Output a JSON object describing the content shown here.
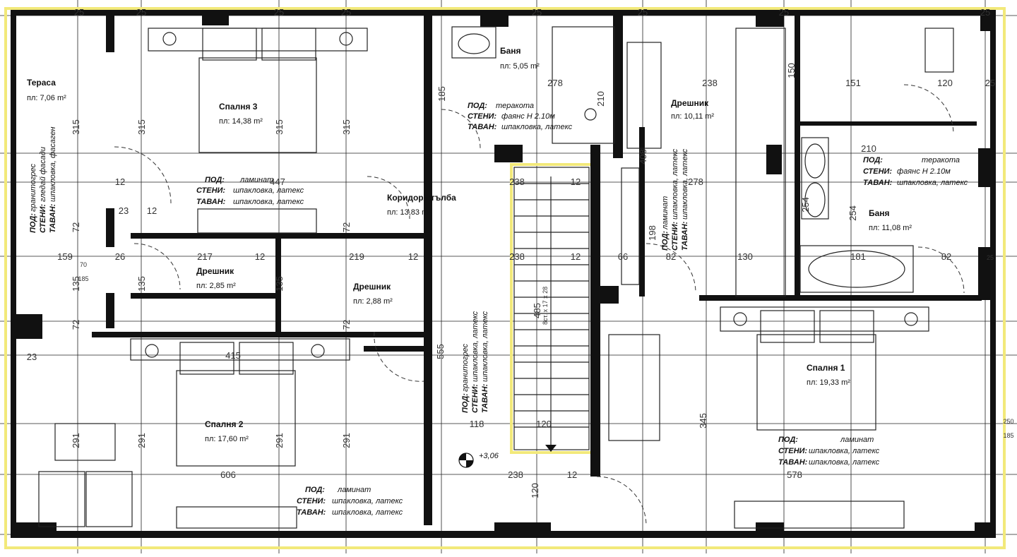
{
  "colors": {
    "wall": "#111111",
    "highlight": "#f2e97a",
    "background": "#ffffff"
  },
  "rooms": [
    {
      "id": "terrace",
      "name": "Тераса",
      "area": "пл: 7,06 m²",
      "floor": "гранитогрес",
      "walls": "гледай фасади",
      "ceiling": "шпакловка, фасаген"
    },
    {
      "id": "bedroom3",
      "name": "Спалня 3",
      "area": "пл: 14,38 m²"
    },
    {
      "id": "bath-small",
      "name": "Баня",
      "area": "пл: 5,05 m²",
      "floor": "теракота",
      "walls": "фаянс Н 2.10м",
      "ceiling": "шпакловка, латекс"
    },
    {
      "id": "wardrobe-right",
      "name": "Дрешник",
      "area": "пл: 10,11 m²",
      "floor": "ламинат",
      "walls": "шпакловка, латекс",
      "ceiling": "шпакловка, латекс"
    },
    {
      "id": "bath-large",
      "name": "Баня",
      "area": "пл: 11,08 m²",
      "floor": "теракота",
      "walls": "фаянс Н 2.10м",
      "ceiling": "шпакловка, латекс"
    },
    {
      "id": "corridor",
      "name": "Коридор/стълба",
      "area": "пл: 13,83 m²",
      "floor": "гранитогрес",
      "walls": "шпакловка, латекс",
      "ceiling": "шпакловка, латекс"
    },
    {
      "id": "wardrobe1",
      "name": "Дрешник",
      "area": "пл: 2,85 m²"
    },
    {
      "id": "wardrobe2",
      "name": "Дрешник",
      "area": "пл: 2,88 m²"
    },
    {
      "id": "bedroom2",
      "name": "Спалня 2",
      "area": "пл: 17,60 m²"
    },
    {
      "id": "bedroom1",
      "name": "Спалня 1",
      "area": "пл: 19,33 m²"
    }
  ],
  "finish_labels": {
    "floor": "ПОД:",
    "walls": "СТЕНИ:",
    "ceiling": "ТАВАН:"
  },
  "finish_blocks": {
    "bedroom3": {
      "floor": "ламинат",
      "walls": "шпакловка, латекс",
      "ceiling": "шпакловка, латекс"
    },
    "bedroom2": {
      "floor": "ламинат",
      "walls": "шпакловка, латекс",
      "ceiling": "шпакловка, латекс"
    },
    "bedroom1": {
      "floor": "ламинат",
      "walls": "шпакловка, латекс",
      "ceiling": "шпакловка, латекс"
    }
  },
  "level_mark": "+3,06",
  "stair_note": "8ст. х 17 х 28",
  "dimensions": [
    {
      "t": "25",
      "r": 0
    },
    {
      "t": "25",
      "r": 0
    },
    {
      "t": "25",
      "r": 0
    },
    {
      "t": "25",
      "r": 0
    },
    {
      "t": "25",
      "r": 0
    },
    {
      "t": "25",
      "r": 0
    },
    {
      "t": "25",
      "r": 0
    },
    {
      "t": "25",
      "r": 0
    },
    {
      "t": "315",
      "r": -90
    },
    {
      "t": "315",
      "r": -90
    },
    {
      "t": "315",
      "r": -90
    },
    {
      "t": "315",
      "r": -90
    },
    {
      "t": "447",
      "r": 0
    },
    {
      "t": "217",
      "r": 0
    },
    {
      "t": "219",
      "r": 0
    },
    {
      "t": "415",
      "r": 0
    },
    {
      "t": "606",
      "r": 0
    },
    {
      "t": "555",
      "r": -90
    },
    {
      "t": "238",
      "r": 0
    },
    {
      "t": "238",
      "r": 0
    },
    {
      "t": "238",
      "r": 0
    },
    {
      "t": "238",
      "r": 0
    },
    {
      "t": "278",
      "r": 0
    },
    {
      "t": "278",
      "r": 0
    },
    {
      "t": "408",
      "r": -90
    },
    {
      "t": "345",
      "r": -90
    },
    {
      "t": "578",
      "r": 0
    },
    {
      "t": "181",
      "r": 0
    },
    {
      "t": "254",
      "r": -90
    },
    {
      "t": "254",
      "r": -90
    },
    {
      "t": "291",
      "r": -90
    },
    {
      "t": "291",
      "r": -90
    },
    {
      "t": "291",
      "r": -90
    },
    {
      "t": "291",
      "r": -90
    },
    {
      "t": "135",
      "r": -90
    },
    {
      "t": "135",
      "r": -90
    },
    {
      "t": "135",
      "r": -90
    },
    {
      "t": "159",
      "r": 0
    },
    {
      "t": "485",
      "r": -90
    },
    {
      "t": "118",
      "r": 0
    },
    {
      "t": "120",
      "r": 0
    },
    {
      "t": "120",
      "r": -90
    },
    {
      "t": "120",
      "r": 0
    },
    {
      "t": "130",
      "r": 0
    },
    {
      "t": "66",
      "r": 0
    },
    {
      "t": "82",
      "r": 0
    },
    {
      "t": "82",
      "r": 0
    },
    {
      "t": "12",
      "r": 0
    },
    {
      "t": "12",
      "r": 0
    },
    {
      "t": "12",
      "r": 0
    },
    {
      "t": "12",
      "r": 0
    },
    {
      "t": "12",
      "r": 0
    },
    {
      "t": "12",
      "r": 0
    },
    {
      "t": "12",
      "r": 0
    },
    {
      "t": "150",
      "r": -90
    },
    {
      "t": "151",
      "r": 0
    },
    {
      "t": "198",
      "r": -90
    },
    {
      "t": "210",
      "r": -90
    },
    {
      "t": "210",
      "r": 0
    },
    {
      "t": "185",
      "r": -90
    },
    {
      "t": "72",
      "r": -90
    },
    {
      "t": "72",
      "r": -90
    },
    {
      "t": "72",
      "r": -90
    },
    {
      "t": "72",
      "r": -90
    },
    {
      "t": "23",
      "r": 0
    },
    {
      "t": "23",
      "r": 0
    },
    {
      "t": "26",
      "r": 0
    },
    {
      "t": "25",
      "r": 0
    },
    {
      "t": "25",
      "r": 0
    },
    {
      "t": "250",
      "r": 0
    },
    {
      "t": "185",
      "r": 0
    },
    {
      "t": "70",
      "r": 0
    },
    {
      "t": "185",
      "r": 0
    }
  ]
}
